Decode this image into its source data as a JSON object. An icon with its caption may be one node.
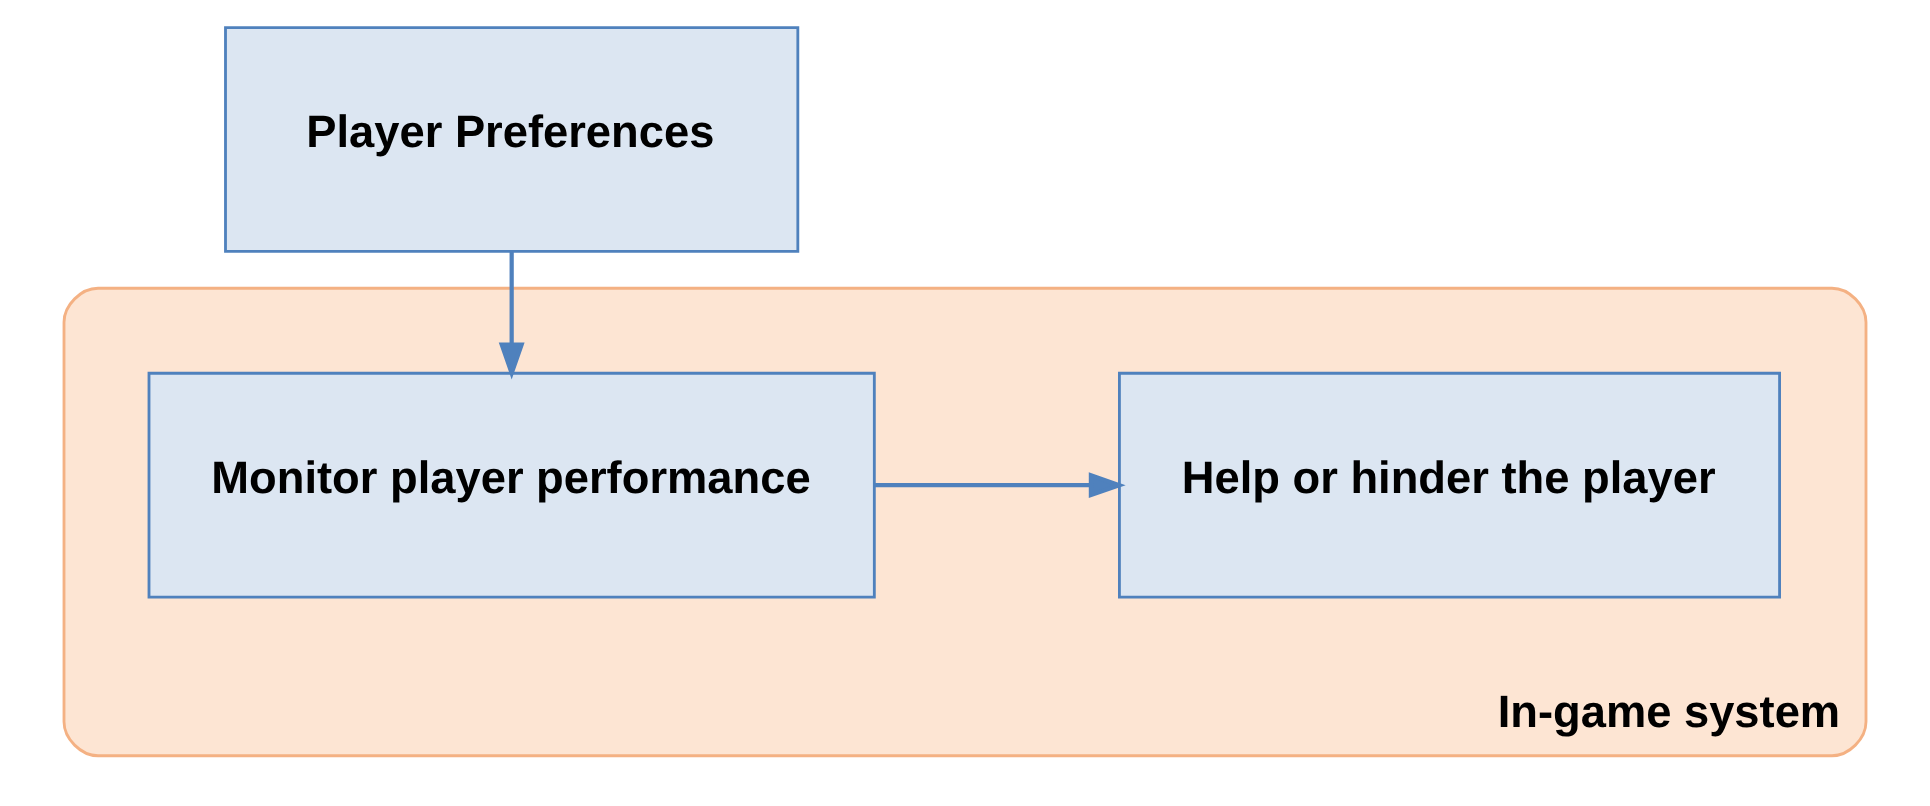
{
  "diagram": {
    "nodes": [
      {
        "text": [
          "Player Preferences"
        ]
      },
      {
        "text": [
          "In-game system"
        ]
      },
      {
        "text": [
          "Monitor player performance"
        ],
        "in": 1
      },
      {
        "text": [
          "Help or hinder the player"
        ],
        "in": 1
      }
    ],
    "edges": [
      {
        "from": 0,
        "to": 2,
        "arrow": "to"
      },
      {
        "from": 2,
        "to": 3,
        "arrow": "to"
      }
    ]
  }
}
